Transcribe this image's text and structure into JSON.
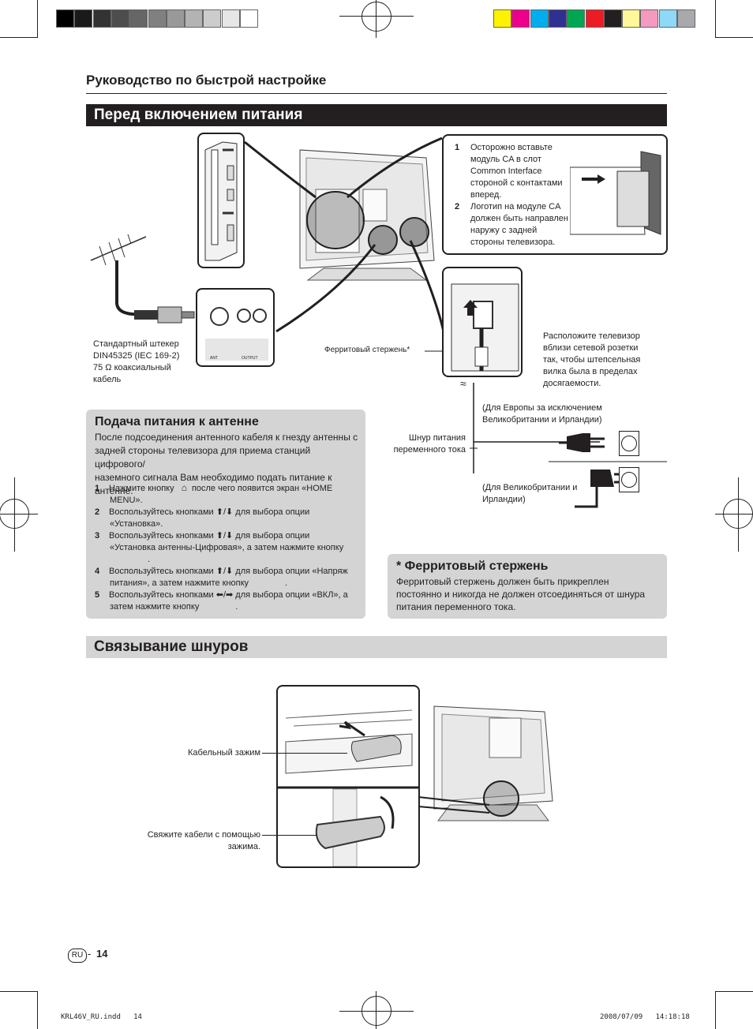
{
  "page": {
    "header_title": "Руководство по быстрой настройке",
    "page_number": "14",
    "lang_badge": "RU",
    "page_dash": "-",
    "footer_left": "KRL46V_RU.indd   14",
    "footer_right": "2008/07/09   14:18:18"
  },
  "colors": {
    "gray_swatches": [
      "#000000",
      "#1a1a1a",
      "#333333",
      "#4d4d4d",
      "#666666",
      "#808080",
      "#999999",
      "#b3b3b3",
      "#cccccc",
      "#e6e6e6",
      "#ffffff"
    ],
    "color_swatches": [
      "#fff200",
      "#ec008c",
      "#00aeef",
      "#2e3192",
      "#00a651",
      "#ed1c24",
      "#231f20",
      "#fff799",
      "#f49ac1",
      "#8ed8f8",
      "#a7a9ac"
    ],
    "section_bar": "#231f20",
    "box_gray": "#d4d4d4"
  },
  "section1": {
    "title": "Перед включением питания",
    "ca_step1_num": "1",
    "ca_step1_text": [
      "Осторожно вставьте",
      "модуль CA в слот",
      "Common Interface",
      "стороной с контактами",
      "вперед."
    ],
    "ca_step2_num": "2",
    "ca_step2_text": [
      "Логотип на модуле CA",
      "должен быть направлен",
      "наружу с задней",
      "стороны телевизора."
    ],
    "antenna_caption": [
      "Стандартный штекер",
      "DIN45325 (IEC 169-2)",
      "75 Ω коаксиальный",
      "кабель"
    ],
    "ferrite_label": "Ферритовый стержень*",
    "outlet_note": [
      "Расположите телевизор",
      "вблизи сетевой розетки",
      "так, чтобы штепсельная",
      "вилка была в пределах",
      "досягаемости."
    ],
    "power_cord_label": [
      "Шнур питания",
      "переменного тока"
    ],
    "eu_plug_label": [
      "(Для Европы за исключением",
      "Великобритании и Ирландии)"
    ],
    "uk_plug_label": [
      "(Для Великобритании и",
      "Ирландии)"
    ],
    "jack_labels": [
      "ANT",
      "OUTPUT"
    ]
  },
  "antenna_power": {
    "title": "Подача питания к антенне",
    "intro": [
      "После подсоединения антенного кабеля к гнезду антенны с",
      "задней стороны телевизора для приема станций цифрового/",
      "наземного сигнала Вам необходимо подать питание к антенне."
    ],
    "steps": [
      {
        "num": "1",
        "lines": [
          "Нажмите кнопку",
          "после чего появится экран «HOME",
          "MENU»."
        ]
      },
      {
        "num": "2",
        "lines": [
          "Воспользуйтесь кнопками",
          "/",
          "для выбора опции",
          "«Установка»."
        ]
      },
      {
        "num": "3",
        "lines": [
          "Воспользуйтесь кнопками",
          "/",
          "для выбора опции",
          "«Установка антенны-Цифровая», а затем нажмите кнопку",
          "."
        ]
      },
      {
        "num": "4",
        "lines": [
          "Воспользуйтесь кнопками",
          "/",
          "для выбора опции «Напряж",
          "питания», а затем нажмите кнопку",
          "."
        ]
      },
      {
        "num": "5",
        "lines": [
          "Воспользуйтесь кнопками",
          "/",
          "для выбора опции «ВКЛ», а",
          "затем нажмите кнопку",
          "."
        ]
      }
    ]
  },
  "ferrite": {
    "title": "* Ферритовый стержень",
    "text": [
      "Ферритовый стержень должен быть прикреплен",
      "постоянно и никогда не должен отсоединяться от шнура",
      "питания переменного тока."
    ]
  },
  "section2": {
    "title": "Связывание шнуров",
    "clamp_label": "Кабельный зажим",
    "bind_label": [
      "Свяжите кабели с помощью",
      "зажима."
    ]
  }
}
